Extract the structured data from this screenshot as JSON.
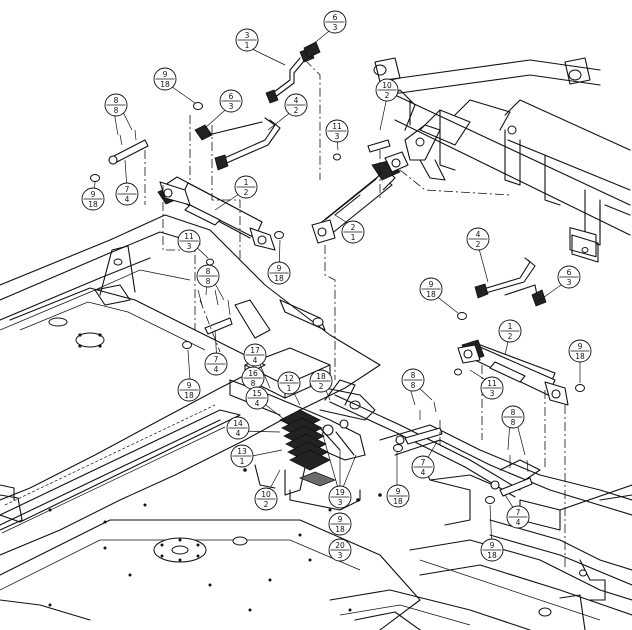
{
  "callouts": [
    {
      "id": "c1",
      "item": "3",
      "qty": "1"
    },
    {
      "id": "c2",
      "item": "6",
      "qty": "3"
    },
    {
      "id": "c3",
      "item": "9",
      "qty": "18"
    },
    {
      "id": "c4",
      "item": "6",
      "qty": "3"
    },
    {
      "id": "c5",
      "item": "4",
      "qty": "2"
    },
    {
      "id": "c6",
      "item": "10",
      "qty": "2"
    },
    {
      "id": "c7",
      "item": "8",
      "qty": "8"
    },
    {
      "id": "c8",
      "item": "11",
      "qty": "3"
    },
    {
      "id": "c9",
      "item": "9",
      "qty": "18"
    },
    {
      "id": "c10",
      "item": "7",
      "qty": "4"
    },
    {
      "id": "c11",
      "item": "1",
      "qty": "2"
    },
    {
      "id": "c12",
      "item": "2",
      "qty": "1"
    },
    {
      "id": "c13",
      "item": "11",
      "qty": "3"
    },
    {
      "id": "c14",
      "item": "9",
      "qty": "18"
    },
    {
      "id": "c15",
      "item": "8",
      "qty": "8"
    },
    {
      "id": "c16",
      "item": "4",
      "qty": "2"
    },
    {
      "id": "c17",
      "item": "6",
      "qty": "3"
    },
    {
      "id": "c18",
      "item": "9",
      "qty": "18"
    },
    {
      "id": "c19",
      "item": "7",
      "qty": "4"
    },
    {
      "id": "c20",
      "item": "17",
      "qty": "4"
    },
    {
      "id": "c21",
      "item": "1",
      "qty": "2"
    },
    {
      "id": "c22",
      "item": "9",
      "qty": "18"
    },
    {
      "id": "c23",
      "item": "16",
      "qty": "8"
    },
    {
      "id": "c24",
      "item": "12",
      "qty": "1"
    },
    {
      "id": "c25",
      "item": "18",
      "qty": "2"
    },
    {
      "id": "c26",
      "item": "15",
      "qty": "4"
    },
    {
      "id": "c27",
      "item": "8",
      "qty": "8"
    },
    {
      "id": "c28",
      "item": "11",
      "qty": "3"
    },
    {
      "id": "c29",
      "item": "14",
      "qty": "4"
    },
    {
      "id": "c30",
      "item": "13",
      "qty": "1"
    },
    {
      "id": "c31",
      "item": "8",
      "qty": "8"
    },
    {
      "id": "c32",
      "item": "7",
      "qty": "4"
    },
    {
      "id": "c33",
      "item": "19",
      "qty": "3"
    },
    {
      "id": "c34",
      "item": "10",
      "qty": "2"
    },
    {
      "id": "c35",
      "item": "9",
      "qty": "18"
    },
    {
      "id": "c36",
      "item": "9",
      "qty": "18"
    },
    {
      "id": "c37",
      "item": "20",
      "qty": "3"
    },
    {
      "id": "c38",
      "item": "7",
      "qty": "4"
    },
    {
      "id": "c39",
      "item": "9",
      "qty": "18"
    },
    {
      "id": "c40",
      "item": "9",
      "qty": "18"
    }
  ]
}
